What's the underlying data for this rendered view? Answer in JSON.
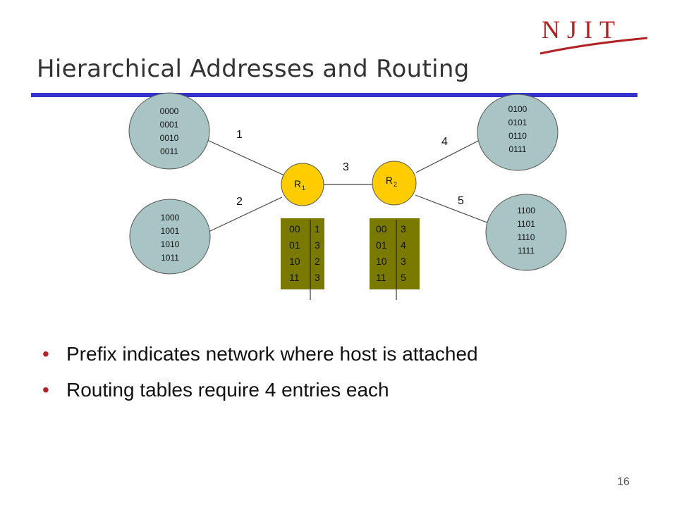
{
  "slide": {
    "title": "Hierarchical Addresses and Routing",
    "logo_text": "NJIT",
    "page_number": "16"
  },
  "hosts": {
    "top_left": [
      "0000",
      "0001",
      "0010",
      "0011"
    ],
    "bottom_left": [
      "1000",
      "1001",
      "1010",
      "1011"
    ],
    "top_right": [
      "0100",
      "0101",
      "0110",
      "0111"
    ],
    "bottom_right": [
      "1100",
      "1101",
      "1110",
      "1111"
    ]
  },
  "routers": {
    "r1": {
      "label": "R",
      "sub": "1"
    },
    "r2": {
      "label": "R",
      "sub": "2"
    }
  },
  "links": {
    "l1": "1",
    "l2": "2",
    "l3": "3",
    "l4": "4",
    "l5": "5"
  },
  "tables": {
    "r1": {
      "prefixes": [
        "00",
        "01",
        "10",
        "11"
      ],
      "ports": [
        "1",
        "3",
        "2",
        "3"
      ]
    },
    "r2": {
      "prefixes": [
        "00",
        "01",
        "10",
        "11"
      ],
      "ports": [
        "3",
        "4",
        "3",
        "5"
      ]
    }
  },
  "bullets": [
    "Prefix indicates network where host is attached",
    "Routing tables require 4 entries each"
  ],
  "colors": {
    "host_fill": "#a9c4c4",
    "router_fill": "#ffcc00",
    "table_fill": "#7a7a00",
    "rule": "#3333cc",
    "logo": "#b22222",
    "bullet": "#b22222"
  }
}
